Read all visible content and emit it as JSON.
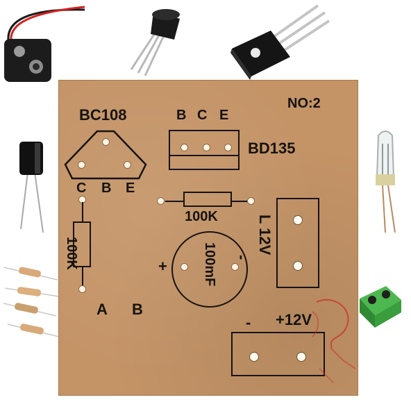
{
  "board": {
    "id_label": "NO:2",
    "transistor_small": {
      "name": "BC108",
      "pins": [
        "C",
        "B",
        "E"
      ]
    },
    "transistor_power": {
      "name": "BD135",
      "pins": [
        "B",
        "C",
        "E"
      ]
    },
    "resistor_horizontal": "100K",
    "resistor_vertical": "100K",
    "capacitor": {
      "value": "100mF",
      "plus": "+",
      "minus": "-"
    },
    "lamp": "L 12V",
    "inputs": [
      "A",
      "B"
    ],
    "supply": {
      "minus": "-",
      "plus": "+12V"
    }
  },
  "colors": {
    "pcb": "#c49467",
    "silkscreen": "#161310",
    "terminal": "#3aa640"
  }
}
